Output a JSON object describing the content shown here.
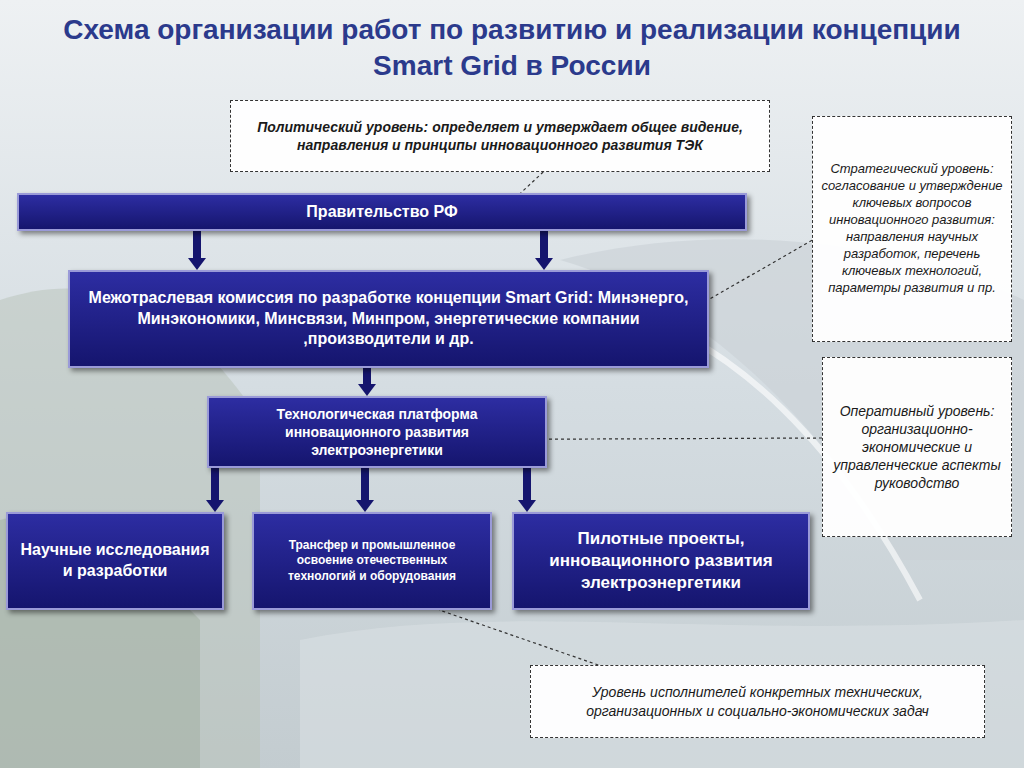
{
  "diagram": {
    "title": "Схема организации работ по развитию и реализации концепции Smart Grid в России",
    "nodes": [
      {
        "text": [
          "Политический уровень: определяет и утверждает общее видение, направления и принципы инновационного развития ТЭК"
        ]
      },
      {
        "text": [
          "Правительство РФ"
        ]
      },
      {
        "text": [
          "Стратегический уровень: согласование и утверждение ключевых вопросов инновационного развития: направления научных разработок, перечень ключевых технологий, параметры развития и пр."
        ]
      },
      {
        "text": [
          "Межотраслевая комиссия по разработке концепции Smart Grid: Минэнерго, Минэкономики, Минсвязи, Минпром, энергетические компании ,производители и др."
        ]
      },
      {
        "text": [
          "Оперативный уровень: организационно-экономические и управленческие аспекты руководство"
        ]
      },
      {
        "text": [
          "Технологическая платформа инновационного развития электроэнергетики"
        ]
      },
      {
        "text": [
          "Научные исследования и разработки"
        ]
      },
      {
        "text": [
          "Трансфер и промышленное освоение отечественных технологий и оборудования"
        ]
      },
      {
        "text": [
          "Пилотные проекты, инновационного развития электроэнергетики"
        ]
      },
      {
        "text": [
          "Уровень исполнителей конкретных технических, организационных и социально-экономических задач"
        ]
      }
    ],
    "edges": [
      {
        "from": 1,
        "to": 3,
        "arrow": "to"
      },
      {
        "from": 1,
        "to": 3,
        "arrow": "to"
      },
      {
        "from": 3,
        "to": 5,
        "arrow": "to"
      },
      {
        "from": 5,
        "to": 6,
        "arrow": "to"
      },
      {
        "from": 5,
        "to": 7,
        "arrow": "to"
      },
      {
        "from": 5,
        "to": 8,
        "arrow": "to"
      },
      {
        "from": 0,
        "to": 1,
        "arrow": "none"
      },
      {
        "from": 2,
        "to": 3,
        "arrow": "none"
      },
      {
        "from": 4,
        "to": 5,
        "arrow": "none"
      },
      {
        "from": 9,
        "to": 7,
        "arrow": "none"
      }
    ]
  }
}
